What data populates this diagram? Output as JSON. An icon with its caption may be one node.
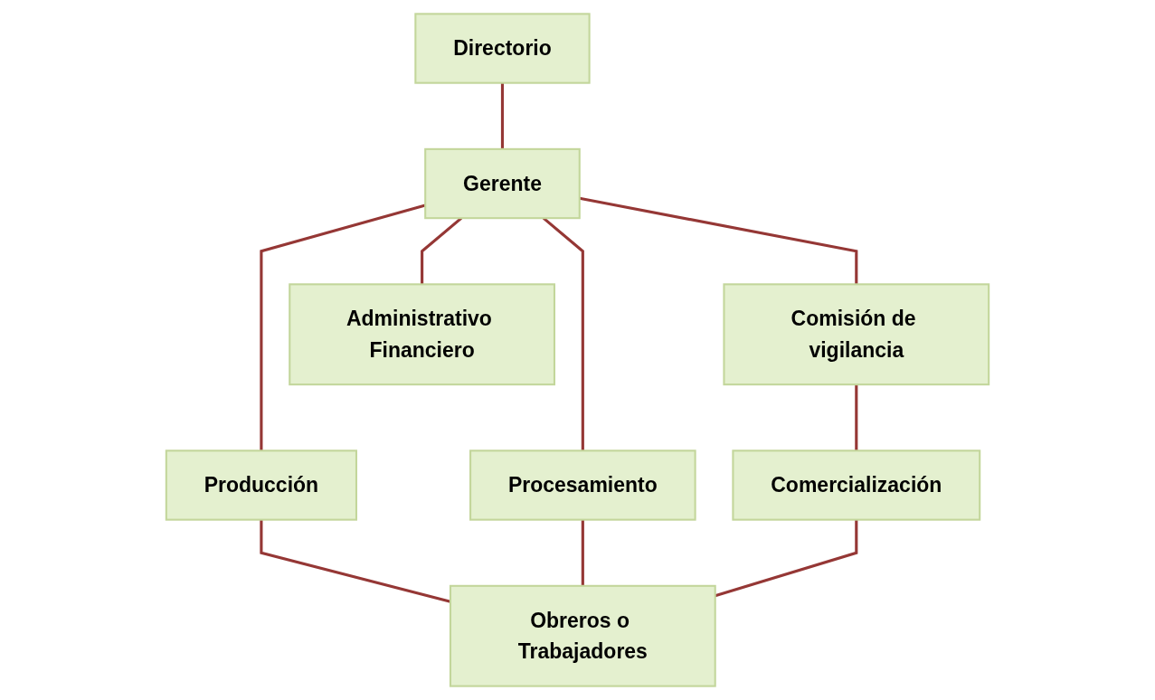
{
  "diagram": {
    "nodes": [
      {
        "text": [
          "Directorio"
        ]
      },
      {
        "text": [
          "Gerente"
        ]
      },
      {
        "text": [
          "Comisión de vigilancia"
        ]
      },
      {
        "text": [
          "Administrativo Financiero"
        ]
      },
      {
        "text": [
          "Producción"
        ]
      },
      {
        "text": [
          "Procesamiento"
        ]
      },
      {
        "text": [
          "Comercialización"
        ]
      },
      {
        "text": [
          "Obreros o Trabajadores"
        ]
      }
    ],
    "edges": [
      {
        "from": 0,
        "to": 1,
        "arrow": "none"
      },
      {
        "from": 1,
        "to": 3,
        "arrow": "none"
      },
      {
        "from": 1,
        "to": 4,
        "arrow": "none"
      },
      {
        "from": 1,
        "to": 5,
        "arrow": "none"
      },
      {
        "from": 1,
        "to": 2,
        "arrow": "none"
      },
      {
        "from": 2,
        "to": 6,
        "arrow": "none"
      },
      {
        "from": 4,
        "to": 7,
        "arrow": "none"
      },
      {
        "from": 5,
        "to": 7,
        "arrow": "none"
      },
      {
        "from": 6,
        "to": 7,
        "arrow": "none"
      }
    ]
  }
}
